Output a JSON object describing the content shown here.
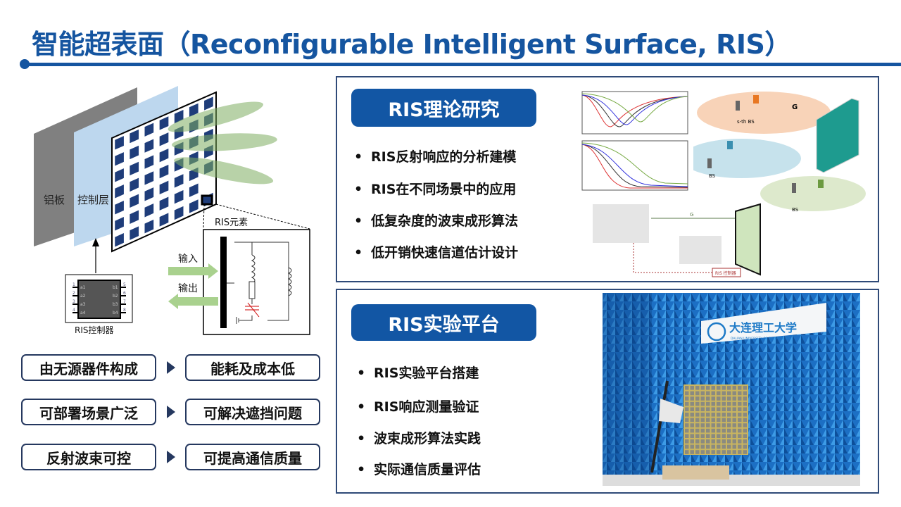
{
  "title": "智能超表面（Reconfigurable Intelligent Surface, RIS）",
  "diagram": {
    "aluminum_label": "铝板",
    "control_layer_label": "控制层",
    "element_label": "RIS元素",
    "controller_label": "RIS控制器",
    "input_label": "输入",
    "output_label": "输出",
    "chip_pins_left": [
      "a1",
      "a2",
      "a3",
      "a4"
    ],
    "chip_pins_right": [
      "b1",
      "b2",
      "b3",
      "b4"
    ],
    "pin_numbers_left": [
      "1",
      "2",
      "3",
      "4"
    ],
    "pin_numbers_right": [
      "5",
      "6",
      "7",
      "8"
    ]
  },
  "features": [
    {
      "cause": "由无源器件构成",
      "effect": "能耗及成本低"
    },
    {
      "cause": "可部署场景广泛",
      "effect": "可解决遮挡问题"
    },
    {
      "cause": "反射波束可控",
      "effect": "可提高通信质量"
    }
  ],
  "theory": {
    "heading": "RIS理论研究",
    "bullet_symbol": "•",
    "items": [
      "RIS反射响应的分析建模",
      "RIS在不同场景中的应用",
      "低复杂度的波束成形算法",
      "低开销快速信道估计设计"
    ],
    "scenario_labels": {
      "g": "G",
      "bs": "BS",
      "sbs": "s-th BS"
    },
    "system_labels": {
      "g": "G",
      "controller": "RIS 控制器"
    }
  },
  "experiment": {
    "heading": "RIS实验平台",
    "items": [
      "RIS实验平台搭建",
      "RIS响应测量验证",
      "波束成形算法实践",
      "实际通信质量评估"
    ],
    "photo_sign_cn": "大连理工大学",
    "photo_sign_en": "DALIAN UNIVERSITY OF TECHNOLOGY"
  },
  "colors": {
    "brand": "#1555a0",
    "pill": "#1256a4",
    "border": "#2f4a78",
    "beam": "#8fb87a"
  }
}
